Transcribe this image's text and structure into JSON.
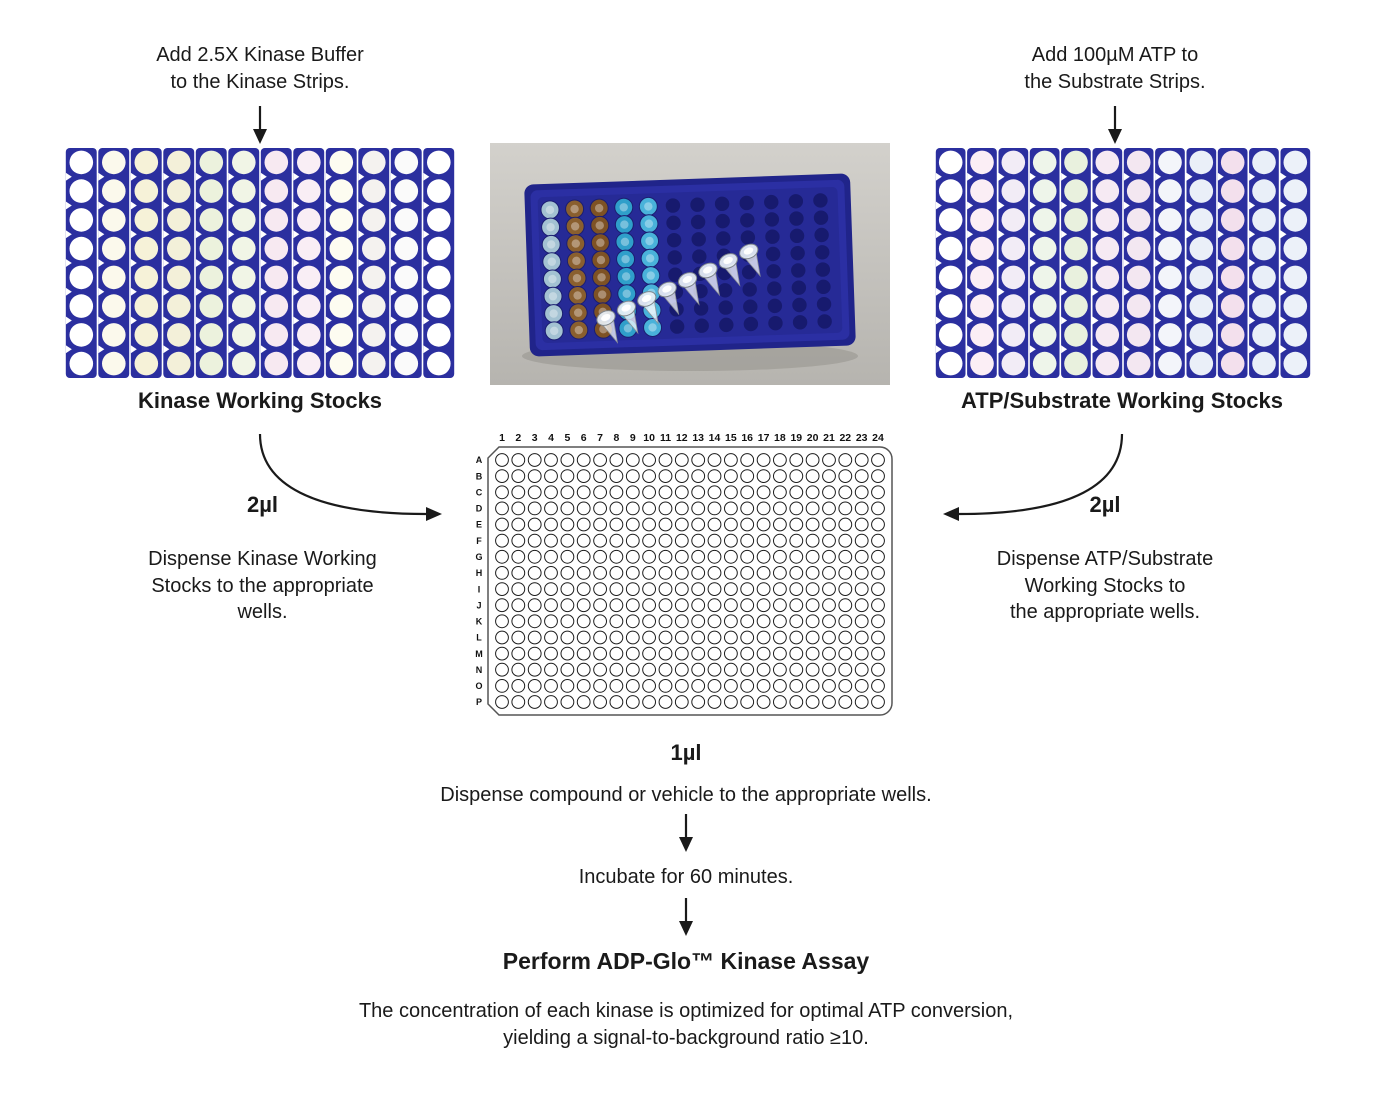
{
  "top_left": {
    "instruction": "Add 2.5X Kinase Buffer\nto the Kinase Strips.",
    "plate_label": "Kinase Working Stocks"
  },
  "top_right": {
    "instruction": "Add 100µM ATP to\nthe Substrate Strips.",
    "plate_label": "ATP/Substrate Working Stocks"
  },
  "left_step": {
    "volume": "2µl",
    "instruction": "Dispense Kinase Working\nStocks to the appropriate\nwells."
  },
  "right_step": {
    "volume": "2µl",
    "instruction": "Dispense ATP/Substrate\nWorking Stocks to\nthe appropriate wells."
  },
  "plate384": {
    "columns": [
      "1",
      "2",
      "3",
      "4",
      "5",
      "6",
      "7",
      "8",
      "9",
      "10",
      "11",
      "12",
      "13",
      "14",
      "15",
      "16",
      "17",
      "18",
      "19",
      "20",
      "21",
      "22",
      "23",
      "24"
    ],
    "rows": [
      "A",
      "B",
      "C",
      "D",
      "E",
      "F",
      "G",
      "H",
      "I",
      "J",
      "K",
      "L",
      "M",
      "N",
      "O",
      "P"
    ]
  },
  "bottom_flow": {
    "volume": "1µl",
    "dispense_instruction": "Dispense compound or vehicle to the appropriate wells.",
    "incubate": "Incubate for 60 minutes.",
    "assay_title": "Perform ADP-Glo™ Kinase Assay",
    "note": "The concentration of each kinase is optimized for optimal ATP conversion,\nyielding a signal-to-background ratio ≥10."
  },
  "strip_plates": {
    "body_color": "#2b2f9f",
    "well_rows": 8,
    "left_column_tints": [
      "#ffffff",
      "#fbf9ec",
      "#f6f2d8",
      "#f3f0d9",
      "#ecf2dd",
      "#f1f5e6",
      "#f7e9f1",
      "#f9eef5",
      "#fdfcf1",
      "#f4f2ef",
      "#fafafa",
      "#ffffff"
    ],
    "right_column_tints": [
      "#ffffff",
      "#fbeef5",
      "#f2ecf6",
      "#eef5ea",
      "#e9f1de",
      "#f6eaf3",
      "#f3e7f1",
      "#f3f5fa",
      "#eaeff8",
      "#f3e0ed",
      "#e9eff8",
      "#ecf1f9"
    ]
  },
  "photo": {
    "background_color": "#c8c6c1",
    "plate_color": "#2b2fa3",
    "empty_well_color": "#171a6e",
    "strip_cap_colors": [
      "#a3c2d2",
      "#8a5f2e",
      "#7e5224",
      "#2f9fca",
      "#49b2da"
    ]
  },
  "colors": {
    "arrow": "#1a1a1a",
    "plate_outline": "#555555",
    "well_stroke": "#1c1c1c"
  }
}
